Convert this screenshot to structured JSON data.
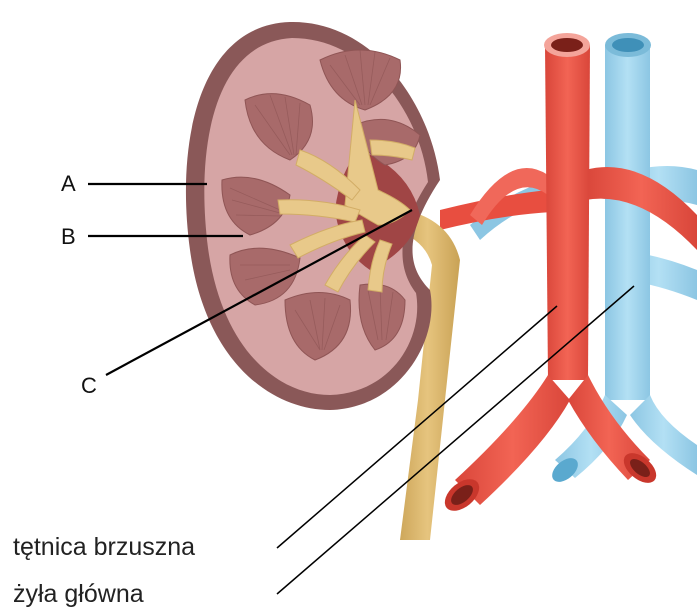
{
  "labels": {
    "a": "A",
    "b": "B",
    "c": "C"
  },
  "captions": {
    "artery": "tętnica brzuszna",
    "vein": "żyła główna"
  },
  "colors": {
    "capsule": "#8a5858",
    "cortex": "#d6a5a5",
    "pyramid": "#a86a6a",
    "pelvis": "#e8c98a",
    "ureter": "#d9b56b",
    "artery": "#ef5a4a",
    "vein": "#9dd3ec",
    "line": "#000000"
  }
}
